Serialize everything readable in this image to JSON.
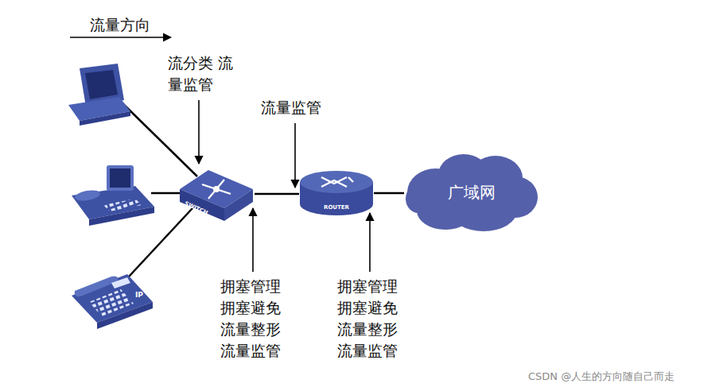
{
  "diagram": {
    "nodes": [
      {
        "text": [
          "SWITCH"
        ]
      },
      {
        "text": [
          "ROUTER"
        ]
      },
      {
        "text": [
          "广域网"
        ]
      }
    ],
    "edges": [
      {
        "from": 0,
        "to": 1,
        "arrow": "none"
      },
      {
        "from": 1,
        "to": 2,
        "arrow": "none"
      }
    ],
    "labels": [
      "流量方向",
      "流分类 流量监管",
      "流量监管",
      "拥塞管理 拥塞避免 流量整形 流量监管",
      "拥塞管理 拥塞避免 流量整形 流量监管",
      "IP",
      "CSDN @人生的方向随自己而走"
    ]
  }
}
